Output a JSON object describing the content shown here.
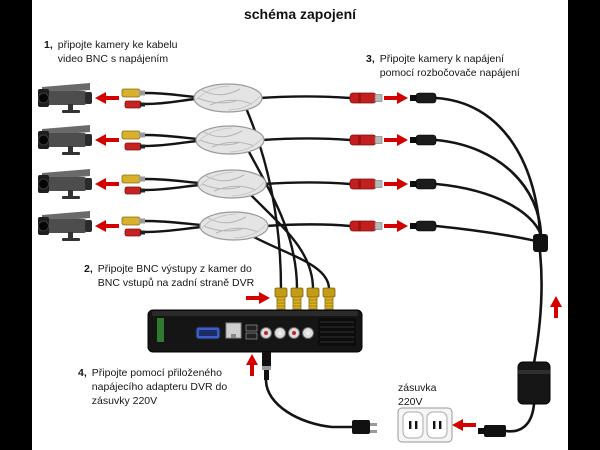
{
  "title": "schéma zapojení",
  "steps": [
    {
      "num": "1,",
      "lines": "připojte kamery ke kabelu\nvideo BNC s napájením"
    },
    {
      "num": "2,",
      "lines": "Připojte BNC výstupy z kamer do\nBNC vstupů na zadní straně DVR"
    },
    {
      "num": "3,",
      "lines": "Připojte kamery k napájení\npomocí rozbočovače napájení"
    },
    {
      "num": "4,",
      "lines": "Připojte pomocí přiloženého\nnapájecího adapteru DVR do\nzásuvky 220V"
    }
  ],
  "outlet_label": "zásuvka\n220V",
  "colors": {
    "arrow_red": "#d40000",
    "bnc_yellow": "#d8b02a",
    "connector_red": "#c41f1f",
    "cable_black": "#141414"
  }
}
